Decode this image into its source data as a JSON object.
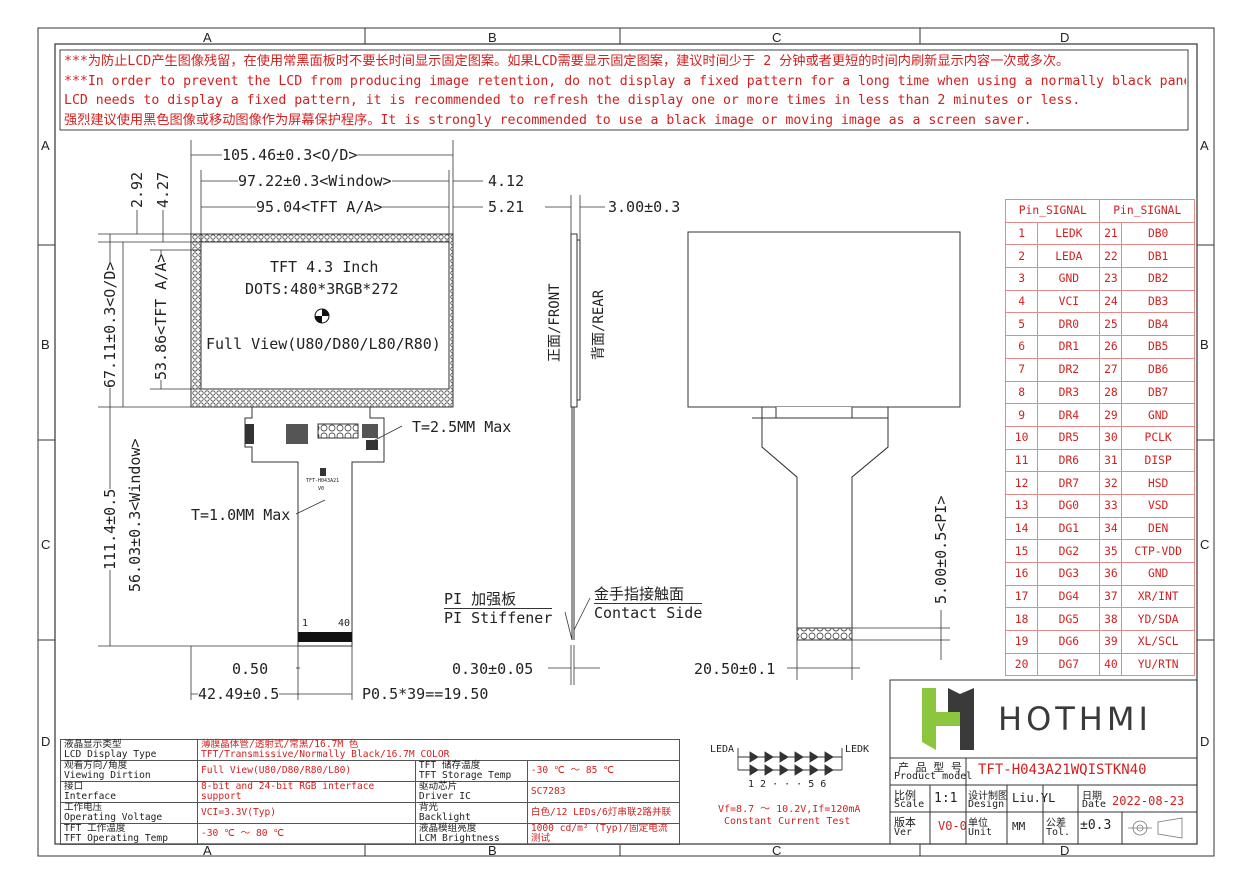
{
  "warnings": [
    "***为防止LCD产生图像残留，在使用常黑面板时不要长时间显示固定图案。如果LCD需要显示固定图案，建议时间少于 2 分钟或者更短的时间内刷新显示内容一次或多次。",
    "***In order to prevent the LCD from producing image retention, do not display a fixed pattern for a long time when using a normally black panel.If the",
    " LCD needs to display a fixed pattern, it is recommended to refresh the display one or more times in less than 2 minutes or less.",
    "强烈建议使用黑色图像或移动图像作为屏幕保护程序。It is strongly recommended to use a black image or moving image as a screen saver."
  ],
  "zones": {
    "cols": [
      "A",
      "B",
      "C",
      "D"
    ],
    "rows": [
      "A",
      "B",
      "C",
      "D"
    ]
  },
  "front": {
    "line1": "TFT 4.3 Inch",
    "line2": "DOTS:480*3RGB*272",
    "line3": "Full View(U80/D80/L80/R80)",
    "pcb_label": "TFT-H043A21",
    "pcb_ver": "V0",
    "pin_first": "1",
    "pin_last": "40"
  },
  "dims": {
    "od_w": "105.46±0.3<O/D>",
    "win_w": "97.22±0.3<Window>",
    "aa_w": "95.04<TFT A/A>",
    "r1": "4.12",
    "r2": "5.21",
    "t1": "2.92",
    "t2": "4.27",
    "od_h": "67.11±0.3<O/D>",
    "aa_h": "53.86<TFT A/A>",
    "total_h": "111.4±0.5",
    "win_h": "56.03±0.3<Window>",
    "t_ic": "T=2.5MM Max",
    "t_fpc": "T=1.0MM Max",
    "pin_w": "0.50",
    "left_off": "42.49±0.5",
    "pitch": "P0.5*39==19.50",
    "thick": "3.00±0.3",
    "fpc_t": "0.30±0.05",
    "tail_w": "20.50±0.1",
    "pi_len": "5.00±0.5<PI>"
  },
  "side": {
    "front": "正面/FRONT",
    "rear": "背面/REAR",
    "pi_cn": "PI 加强板",
    "pi_en": "PI Stiffener",
    "contact_cn": "金手指接触面",
    "contact_en": "Contact Side"
  },
  "pins": {
    "header": [
      "Pin_SIGNAL",
      "Pin_SIGNAL"
    ],
    "left": [
      [
        "1",
        "LEDK"
      ],
      [
        "2",
        "LEDA"
      ],
      [
        "3",
        "GND"
      ],
      [
        "4",
        "VCI"
      ],
      [
        "5",
        "DR0"
      ],
      [
        "6",
        "DR1"
      ],
      [
        "7",
        "DR2"
      ],
      [
        "8",
        "DR3"
      ],
      [
        "9",
        "DR4"
      ],
      [
        "10",
        "DR5"
      ],
      [
        "11",
        "DR6"
      ],
      [
        "12",
        "DR7"
      ],
      [
        "13",
        "DG0"
      ],
      [
        "14",
        "DG1"
      ],
      [
        "15",
        "DG2"
      ],
      [
        "16",
        "DG3"
      ],
      [
        "17",
        "DG4"
      ],
      [
        "18",
        "DG5"
      ],
      [
        "19",
        "DG6"
      ],
      [
        "20",
        "DG7"
      ]
    ],
    "right": [
      [
        "21",
        "DB0"
      ],
      [
        "22",
        "DB1"
      ],
      [
        "23",
        "DB2"
      ],
      [
        "24",
        "DB3"
      ],
      [
        "25",
        "DB4"
      ],
      [
        "26",
        "DB5"
      ],
      [
        "27",
        "DB6"
      ],
      [
        "28",
        "DB7"
      ],
      [
        "29",
        "GND"
      ],
      [
        "30",
        "PCLK"
      ],
      [
        "31",
        "DISP"
      ],
      [
        "32",
        "HSD"
      ],
      [
        "33",
        "VSD"
      ],
      [
        "34",
        "DEN"
      ],
      [
        "35",
        "CTP-VDD"
      ],
      [
        "36",
        "GND"
      ],
      [
        "37",
        "XR/INT"
      ],
      [
        "38",
        "YD/SDA"
      ],
      [
        "39",
        "XL/SCL"
      ],
      [
        "40",
        "YU/RTN"
      ]
    ]
  },
  "spec": [
    {
      "l1": "液晶显示类型",
      "l2": "LCD Display Type",
      "v": "薄膜晶体管/透射式/常黑/16.7M 色",
      "v2": "TFT/Transmissive/Normally Black/16.7M COLOR"
    },
    {
      "l1": "观看方向/角度",
      "l2": "Viewing Dirtion",
      "v": "Full View(U80/D80/R80/L80)",
      "v2": "",
      "k1": "TFT 储存温度",
      "k2": "TFT Storage Temp",
      "kv": "-30 ℃ ～ 85 ℃"
    },
    {
      "l1": "接口",
      "l2": "Interface",
      "v": "8-bit and 24-bit RGB interface support",
      "v2": "",
      "k1": "驱动芯片",
      "k2": "Driver IC",
      "kv": "SC7283"
    },
    {
      "l1": "工作电压",
      "l2": "Operating Voltage",
      "v": "VCI=3.3V(Typ)",
      "v2": "",
      "k1": "背光",
      "k2": "Backlight",
      "kv": "白色/12 LEDs/6灯串联2路并联"
    },
    {
      "l1": "TFT 工作温度",
      "l2": "TFT Operating Temp",
      "v": "-30 ℃ ～ 80 ℃",
      "v2": "",
      "k1": "液晶模组亮度",
      "k2": "LCM Brightness",
      "kv": "1000 cd/m² (Typ)/固定电流测试"
    }
  ],
  "led": {
    "leda": "LEDA",
    "ledk": "LEDK",
    "nums": "1 2 · · · 5 6",
    "vf": "Vf=8.7 ～ 10.2V,If=120mA",
    "cc": "Constant Current Test"
  },
  "title": {
    "brand": "HOTHMI",
    "model_cn": "产 品 型 号",
    "model_en": "Product model",
    "model": "TFT-H043A21WQISTKN40",
    "scale_cn": "比例",
    "scale_en": "Scale",
    "scale": "1:1",
    "design_cn": "设计制图",
    "design_en": "Design",
    "designer": "Liu.YL",
    "date_cn": "日期",
    "date_en": "Date",
    "date": "2022-08-23",
    "ver_cn": "版本",
    "ver_en": "Ver",
    "ver": "V0-0",
    "unit_cn": "单位",
    "unit_en": "Unit",
    "unit": "MM",
    "tol_cn": "公差",
    "tol_en": "Tol.",
    "tol": "±0.3"
  },
  "colors": {
    "red": "#d21f1f",
    "logo_green": "#8cc63f",
    "logo_dark": "#3a3a3a"
  }
}
